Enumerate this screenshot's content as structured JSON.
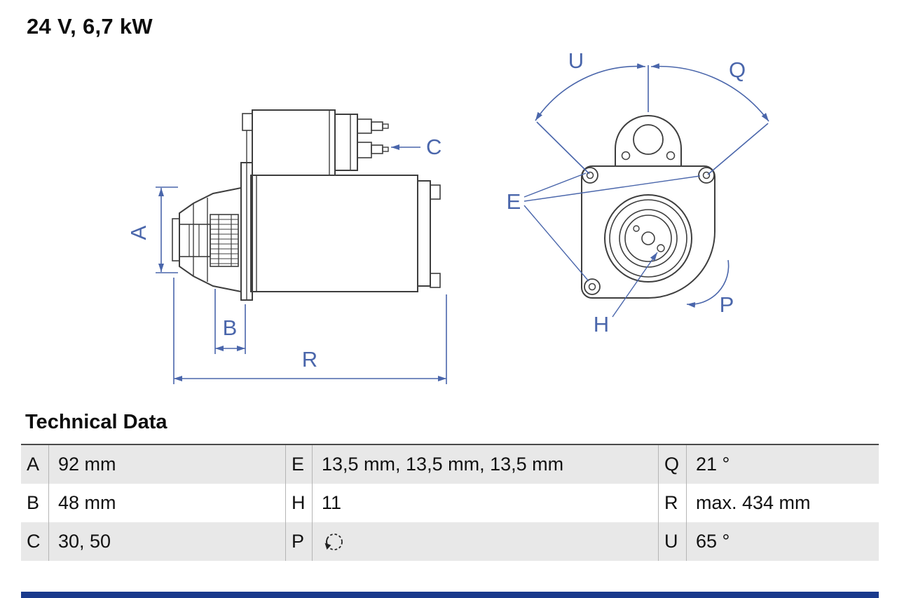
{
  "title": "24 V, 6,7 kW",
  "section_title": "Technical Data",
  "drawing": {
    "labels": {
      "a": "A",
      "b": "B",
      "c": "C",
      "r": "R",
      "u": "U",
      "q": "Q",
      "e": "E",
      "h": "H",
      "p": "P"
    }
  },
  "table": {
    "rows": [
      {
        "cells": [
          {
            "key": "A",
            "value": "92 mm"
          },
          {
            "key": "E",
            "value": "13,5 mm, 13,5 mm, 13,5 mm"
          },
          {
            "key": "Q",
            "value": "21 °"
          }
        ]
      },
      {
        "cells": [
          {
            "key": "B",
            "value": "48 mm"
          },
          {
            "key": "H",
            "value": "11"
          },
          {
            "key": "R",
            "value": "max. 434 mm"
          }
        ]
      },
      {
        "cells": [
          {
            "key": "C",
            "value": "30, 50"
          },
          {
            "key": "P",
            "value": "",
            "icon": "counterclockwise-rotation"
          },
          {
            "key": "U",
            "value": "65 °"
          }
        ]
      }
    ]
  },
  "icons": {
    "rotation_direction": "counterclockwise-rotation"
  },
  "colors": {
    "dimension_blue": "#4a66ab",
    "drawing_stroke": "#3e3e3e",
    "row_shade": "#e8e8e8",
    "footer_bar": "#1a3a8c"
  }
}
